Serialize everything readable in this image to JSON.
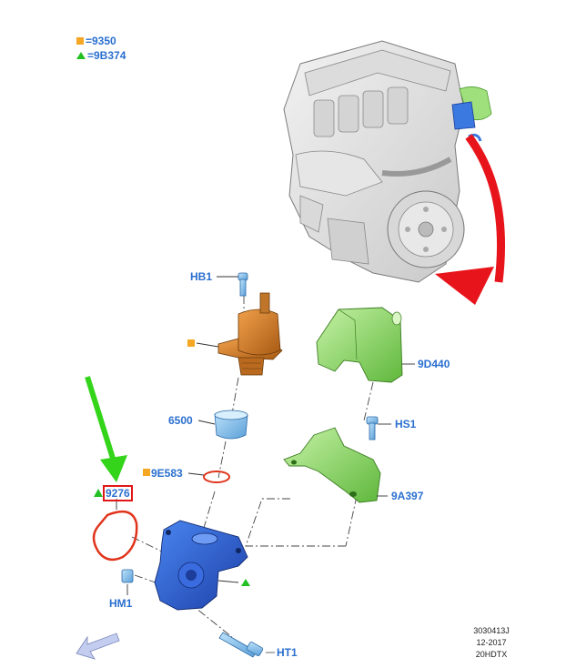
{
  "legend": [
    {
      "symbol": "square",
      "color": "#f5a623",
      "text": "=9350"
    },
    {
      "symbol": "triangle",
      "color": "#22c022",
      "text": "=9B374"
    }
  ],
  "labels": {
    "hb1": "HB1",
    "n9d440": "9D440",
    "n6500": "6500",
    "hs1": "HS1",
    "n9e583": "9E583",
    "n9a397": "9A397",
    "n9276": "9276",
    "hm1": "HM1",
    "ht1": "HT1"
  },
  "reference": {
    "line1": "3030413J",
    "line2": "12-2017",
    "line3": "20HDTX"
  },
  "colors": {
    "label_blue": "#2a6fcf",
    "pump_orange": "#d9832a",
    "follower_blue": "#6fb3e8",
    "shield_green": "#8fdc6a",
    "housing_blue": "#2f63d6",
    "gasket_red": "#e0341c",
    "arrow_red": "#e8141b",
    "arrow_green": "#33d41a",
    "legend_orange": "#f5a623",
    "legend_green": "#22c022"
  },
  "icons": [
    "engine-illustration",
    "fuel-pump-icon",
    "heat-shield-icon",
    "bracket-icon",
    "pump-housing-icon",
    "gasket-icon",
    "bolt-icon",
    "stud-icon",
    "direction-arrow-icon"
  ]
}
